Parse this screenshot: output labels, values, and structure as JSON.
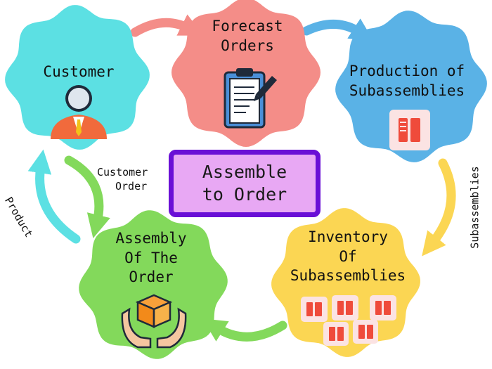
{
  "title": [
    "Assemble",
    "to Order"
  ],
  "nodes": {
    "customer": {
      "label": [
        "Customer"
      ],
      "color": "#5ce0e3"
    },
    "forecast": {
      "label": [
        "Forecast",
        "Orders"
      ],
      "color": "#f48d88"
    },
    "production": {
      "label": [
        "Production of",
        "Subassemblies"
      ],
      "color": "#5ab2e6"
    },
    "inventory": {
      "label": [
        "Inventory",
        "Of",
        "Subassemblies"
      ],
      "color": "#fbd653"
    },
    "assembly": {
      "label": [
        "Assembly",
        "Of The",
        "Order"
      ],
      "color": "#83d95b"
    }
  },
  "edge_labels": {
    "customer_order": [
      "Customer",
      "Order"
    ],
    "product": "Product",
    "subassemblies": "Subassemblies"
  },
  "icons": {
    "customer": "person-icon",
    "forecast": "clipboard-icon",
    "production": "document-icon",
    "inventory": "document-stack-icon",
    "assembly": "package-in-hands-icon"
  },
  "colors": {
    "center_border": "#6a0fd6",
    "center_fill": "#e8a8f4",
    "arrow_salmon": "#f48d88",
    "arrow_blue": "#5ab2e6",
    "arrow_yellow": "#fbd653",
    "arrow_green": "#83d95b",
    "arrow_cyan": "#5ce0e3"
  }
}
